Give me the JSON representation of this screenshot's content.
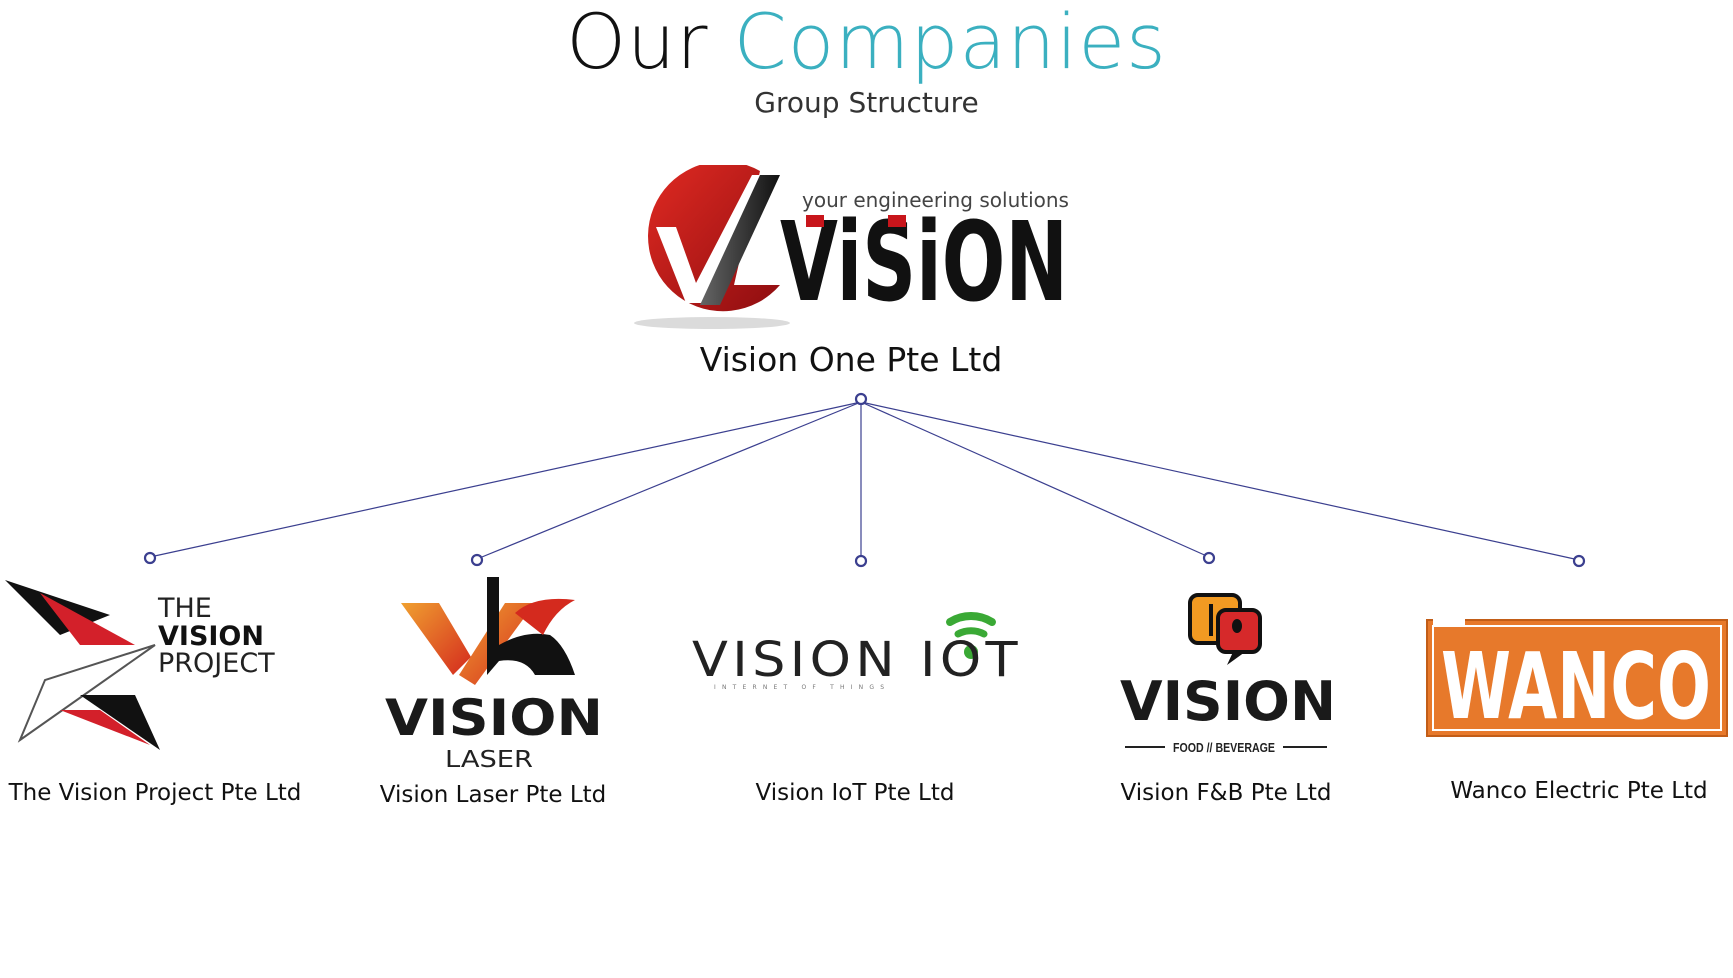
{
  "header": {
    "title_part1": "Our",
    "title_part2": "Companies",
    "subtitle": "Group Structure"
  },
  "colors": {
    "accent": "#3bb0c0",
    "connector": "#3b3f8f",
    "vision_red": "#c8151b",
    "wanco_orange": "#e7792b",
    "iot_green": "#3aa935"
  },
  "parent": {
    "name": "Vision One Pte Ltd",
    "logo": {
      "tagline": "your engineering solutions",
      "wordmark": "ViSiON"
    }
  },
  "subsidiaries": [
    {
      "name": "The Vision Project Pte Ltd",
      "logo": {
        "line1": "THE",
        "line2": "VISION",
        "line3": "PROJECT"
      }
    },
    {
      "name": "Vision Laser Pte Ltd",
      "logo": {
        "line1": "VISION",
        "line2": "LASER"
      }
    },
    {
      "name": "Vision IoT Pte Ltd",
      "logo": {
        "line1": "VISION IOT",
        "line2": "INTERNET OF THINGS"
      }
    },
    {
      "name": "Vision F&B Pte Ltd",
      "logo": {
        "line1": "VISION",
        "line2": "FOOD // BEVERAGE"
      }
    },
    {
      "name": "Wanco Electric Pte Ltd",
      "logo": {
        "line1": "WANCO"
      }
    }
  ]
}
